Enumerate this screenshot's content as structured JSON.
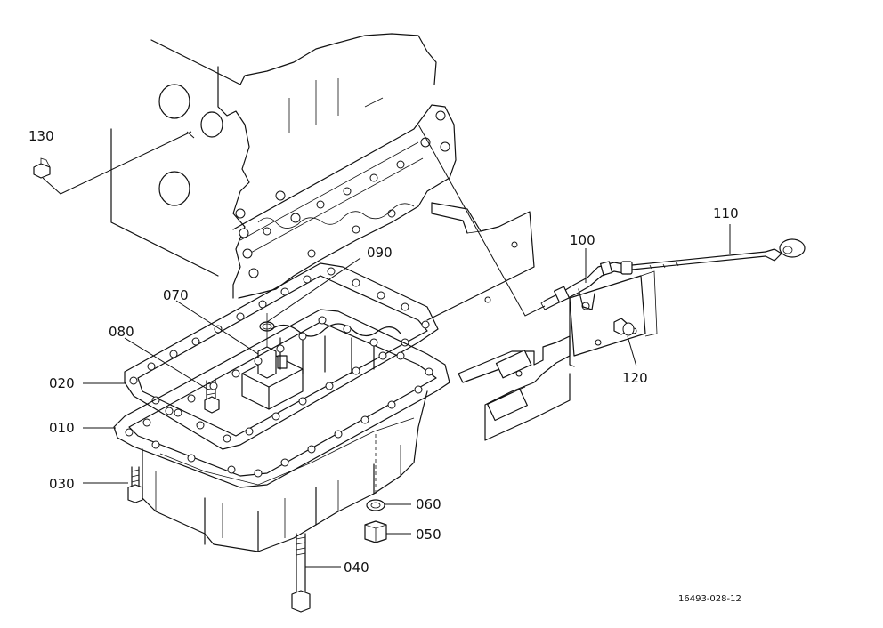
{
  "diagram": {
    "part_labels": {
      "p130": "130",
      "p110": "110",
      "p100": "100",
      "p090": "090",
      "p070": "070",
      "p080": "080",
      "p020": "020",
      "p010": "010",
      "p030": "030",
      "p120": "120",
      "p060": "060",
      "p050": "050",
      "p040": "040"
    },
    "reference_number": "16493-028-12"
  }
}
